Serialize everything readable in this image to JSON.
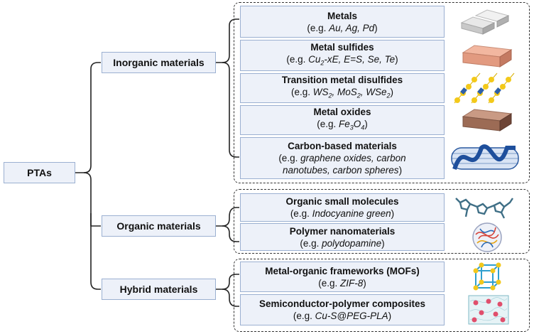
{
  "root": {
    "label": "PTAs"
  },
  "categories": [
    {
      "label": "Inorganic materials"
    },
    {
      "label": "Organic materials"
    },
    {
      "label": "Hybrid materials"
    }
  ],
  "leaves": [
    {
      "title": "Metals",
      "example": "(e.g. Au, Ag, Pd)",
      "icon": "silver-bars-icon"
    },
    {
      "title": "Metal sulfides",
      "example": "(e.g. Cu2-xE, E=S, Se, Te)",
      "icon": "copper-bar-icon"
    },
    {
      "title": "Transition metal disulfides",
      "example": "(e.g. WS2, MoS2, WSe2)",
      "icon": "layered-crystal-icon"
    },
    {
      "title": "Metal oxides",
      "example": "(e.g. Fe3O4)",
      "icon": "iron-oxide-bar-icon"
    },
    {
      "title": "Carbon-based materials",
      "example": "(e.g. graphene oxides, carbon nanotubes, carbon spheres)",
      "icon": "carbon-nanotube-icon"
    },
    {
      "title": "Organic small molecules",
      "example": "(e.g. Indocyanine green)",
      "icon": "molecule-icon"
    },
    {
      "title": "Polymer nanomaterials",
      "example": "(e.g. polydopamine)",
      "icon": "polymer-sphere-icon"
    },
    {
      "title": "Metal-organic frameworks (MOFs)",
      "example": "(e.g. ZIF-8)",
      "icon": "framework-lattice-icon"
    },
    {
      "title": "Semiconductor-polymer composites",
      "example": "(e.g. Cu-S@PEG-PLA)",
      "icon": "composite-matrix-icon"
    }
  ]
}
